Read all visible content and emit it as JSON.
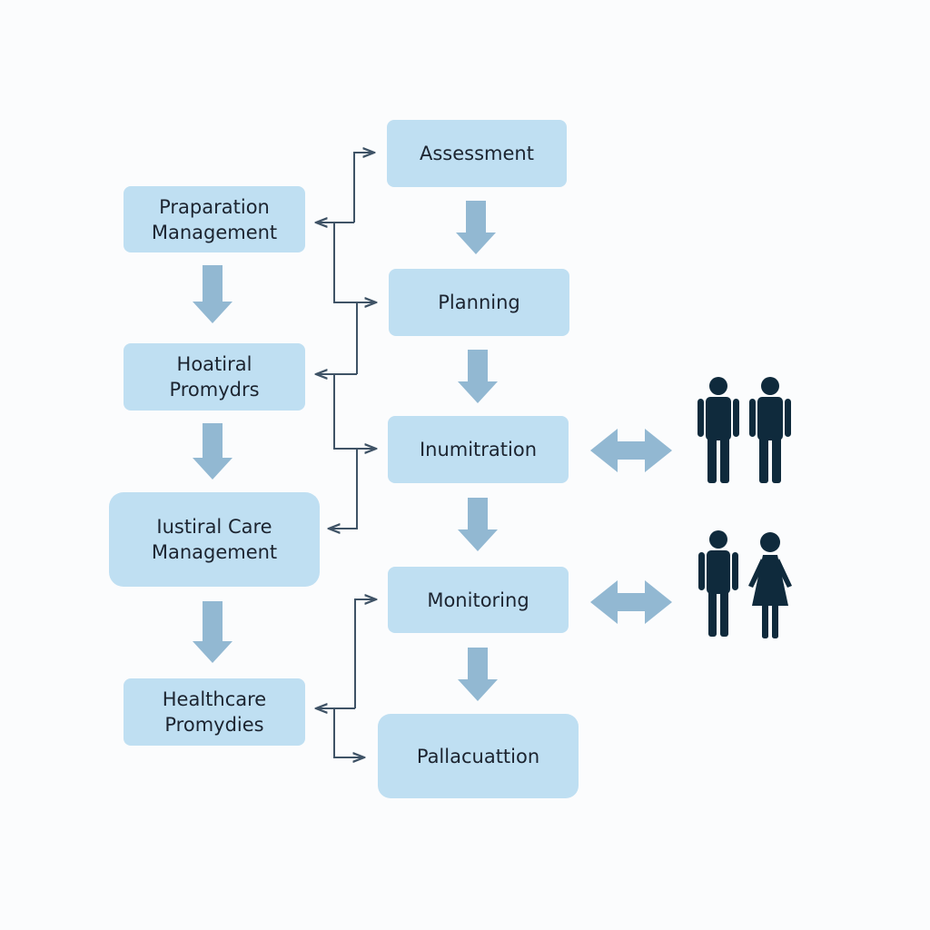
{
  "diagram": {
    "left_nodes": [
      {
        "id": "L1",
        "label": "Praparation\nManagement"
      },
      {
        "id": "L2",
        "label": "Hoatiral\nPromydrs"
      },
      {
        "id": "L3",
        "label": "Iustiral Care\nManagement"
      },
      {
        "id": "L4",
        "label": "Healthcare\nPromydies"
      }
    ],
    "right_nodes": [
      {
        "id": "R1",
        "label": "Assessment"
      },
      {
        "id": "R2",
        "label": "Planning"
      },
      {
        "id": "R3",
        "label": "Inumitration"
      },
      {
        "id": "R4",
        "label": "Monitoring"
      },
      {
        "id": "R5",
        "label": "Pallacuattion"
      }
    ],
    "figures": [
      {
        "row": "R3",
        "people": [
          "person-icon",
          "person-icon"
        ]
      },
      {
        "row": "R4",
        "people": [
          "person-icon",
          "woman-icon"
        ]
      }
    ],
    "colors": {
      "node_fill": "#bfdff2",
      "flow_arrow": "#92b8d2",
      "connector": "#3f5366",
      "people": "#0f2a3c",
      "text": "#1c2430"
    }
  }
}
